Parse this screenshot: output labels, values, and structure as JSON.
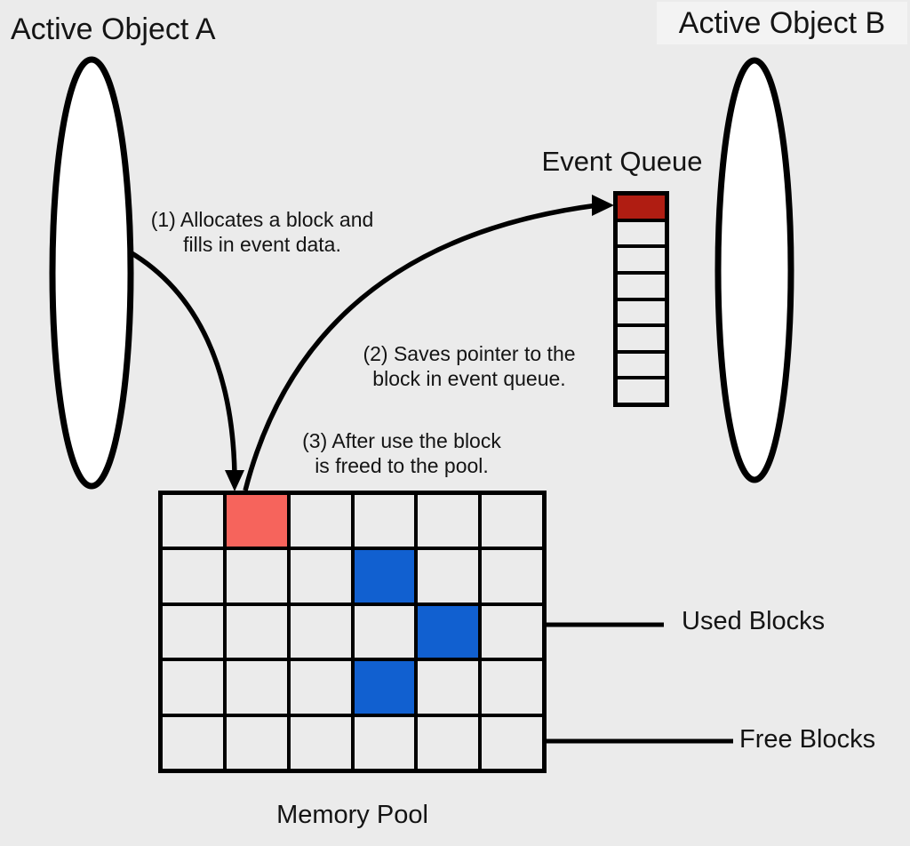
{
  "colors": {
    "background": "#ebebeb",
    "outline": "#000000",
    "cell_background": "#ebebeb",
    "pool_allocated_red": "#f6645c",
    "pool_used_blue": "#1160d0",
    "queue_filled_red": "#b01d12",
    "title_b_background": "#f3f3f3"
  },
  "labels": {
    "active_object_a": "Active Object A",
    "active_object_b": "Active Object B",
    "event_queue": "Event Queue",
    "memory_pool": "Memory Pool",
    "used_blocks": "Used Blocks",
    "free_blocks": "Free Blocks"
  },
  "annotations": {
    "step1_line1": "(1) Allocates a block and",
    "step1_line2": "fills in event data.",
    "step2_line1": "(2) Saves pointer to the",
    "step2_line2": "block in event queue.",
    "step3_line1": "(3) After use the block",
    "step3_line2": "is freed to the pool."
  },
  "event_queue": {
    "cell_count": 8,
    "filled_index": 0
  },
  "memory_pool": {
    "rows": 5,
    "cols": 6,
    "highlighted_cells": [
      {
        "row": 0,
        "col": 1,
        "state": "allocated"
      },
      {
        "row": 1,
        "col": 3,
        "state": "used"
      },
      {
        "row": 2,
        "col": 4,
        "state": "used"
      },
      {
        "row": 3,
        "col": 3,
        "state": "used"
      }
    ]
  }
}
